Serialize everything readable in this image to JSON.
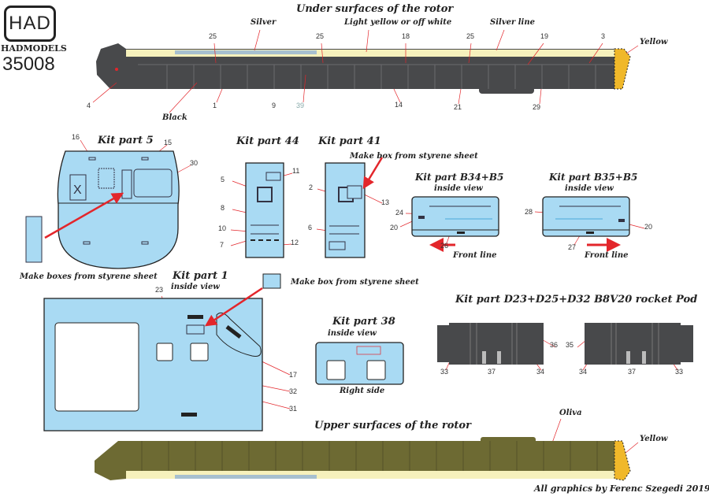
{
  "brand": {
    "logo": "HAD",
    "name": "HADMODELS",
    "code": "35008"
  },
  "under": {
    "title": "Under surfaces of the rotor",
    "silver": "Silver",
    "light_yellow": "Light yellow  or off white",
    "silver_line": "Silver line",
    "yellow": "Yellow",
    "black": "Black"
  },
  "upper": {
    "title": "Upper surfaces of the rotor",
    "oliva": "Oliva",
    "yellow": "Yellow"
  },
  "kit5": {
    "title": "Kit part 5",
    "note": "Make boxes from styrene sheet"
  },
  "kit44": {
    "title": "Kit part 44"
  },
  "kit41": {
    "title": "Kit part 41",
    "note": "Make box from styrene sheet"
  },
  "b34": {
    "title": "Kit part B34+B5",
    "sub": "inside view",
    "front": "Front line"
  },
  "b35": {
    "title": "Kit part B35+B5",
    "sub": "inside view",
    "front": "Front line"
  },
  "kit1": {
    "title": "Kit part 1",
    "sub": "inside view",
    "note": "Make box from styrene sheet"
  },
  "kit38": {
    "title": "Kit part 38",
    "sub": "inside view",
    "side": "Right side"
  },
  "pod": {
    "title": "Kit part D23+D25+D32 B8V20 rocket Pod"
  },
  "credit": "All graphics by Ferenc Szegedi 2019",
  "callouts": [
    "25",
    "25",
    "18",
    "25",
    "19",
    "3",
    "4",
    "1",
    "9",
    "39",
    "14",
    "21",
    "29",
    "16",
    "15",
    "30",
    "11",
    "5",
    "8",
    "10",
    "7",
    "12",
    "2",
    "13",
    "6",
    "24",
    "20",
    "26",
    "28",
    "20",
    "27",
    "23",
    "17",
    "32",
    "31",
    "33",
    "37",
    "34",
    "36",
    "35",
    "34",
    "37",
    "33"
  ],
  "colors": {
    "blue": "#a9daf3",
    "dark": "#48494b",
    "olive": "#6d6a33",
    "yellow": "#f0b82a",
    "light_yellow": "#f6f1bc",
    "silver": "#a7c0cf",
    "red": "#e3262b"
  }
}
